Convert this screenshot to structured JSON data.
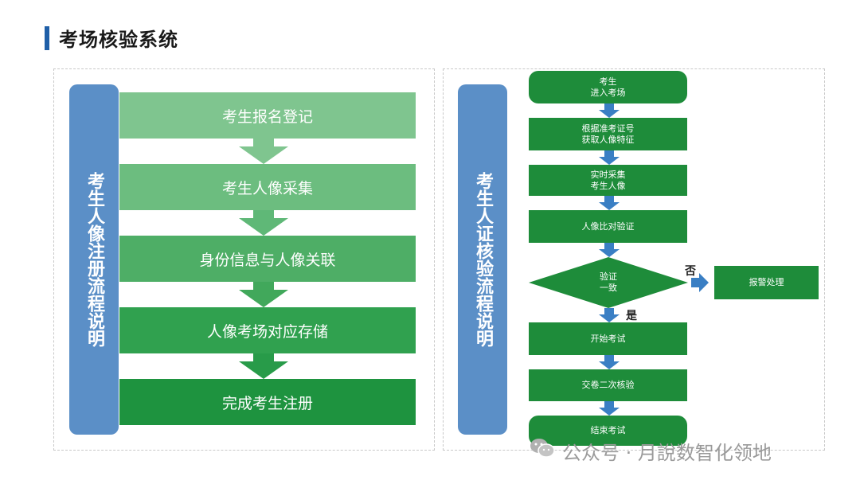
{
  "page": {
    "title": "考场核验系统"
  },
  "left": {
    "side_label": "考生人像注册流程说明",
    "steps": [
      "考生报名登记",
      "考生人像采集",
      "身份信息与人像关联",
      "人像考场对应存储",
      "完成考生注册"
    ],
    "step_colors": [
      "#7fc58f",
      "#6cbd7f",
      "#4eae66",
      "#30a14f",
      "#1e933f"
    ]
  },
  "right": {
    "side_label": "考生人证核验流程说明",
    "steps": {
      "enter": "考生\n进入考场",
      "get_feature": "根据准考证号\n获取人像特征",
      "capture": "实时采集\n考生人像",
      "compare": "人像比对验证",
      "decision": "验证\n一致",
      "start": "开始考试",
      "second_check": "交卷二次核验",
      "end": "结束考试",
      "alarm": "报警处理"
    },
    "no_label": "否",
    "yes_label": "是",
    "step_color": "#1e8c3a",
    "arrow_color": "#3a7fc4"
  },
  "watermark": {
    "icon": "wechat-icon",
    "text": "公众号 · 月說数智化领地"
  }
}
